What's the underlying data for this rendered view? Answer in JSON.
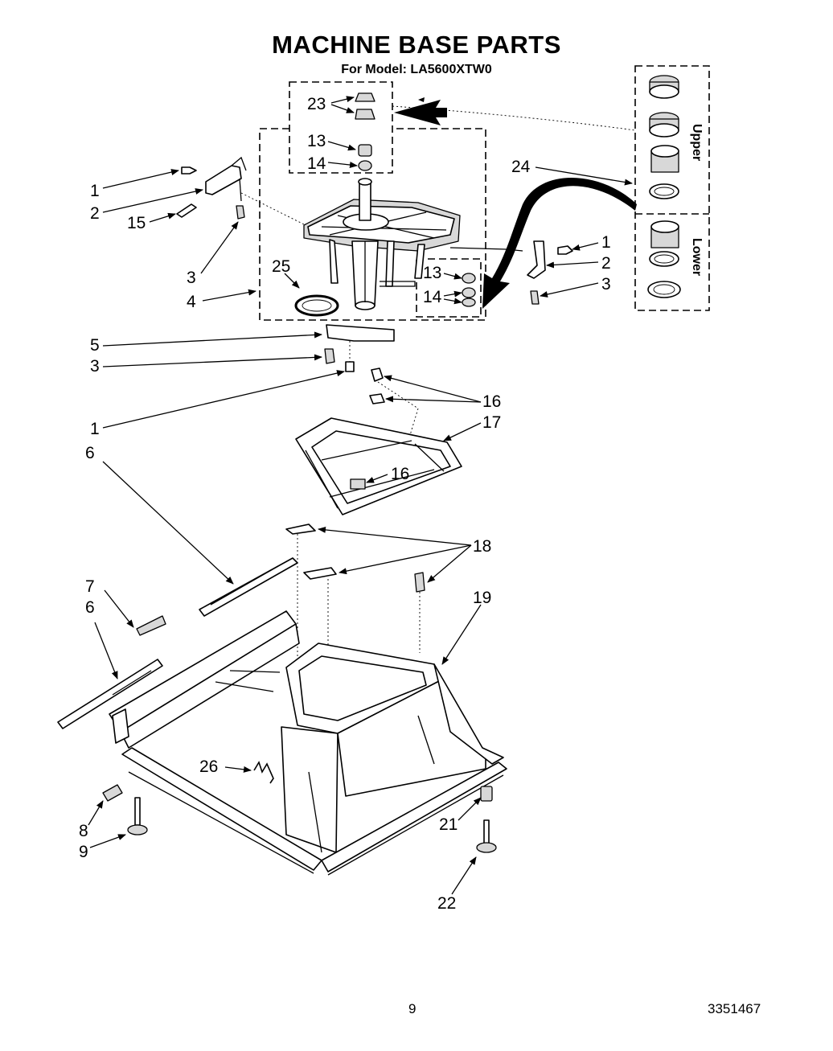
{
  "header": {
    "title": "MACHINE BASE PARTS",
    "subtitle": "For Model: LA5600XTW0"
  },
  "footer": {
    "page_number": "9",
    "document_number": "3351467"
  },
  "bearing_kit": {
    "upper_label": "Upper",
    "lower_label": "Lower"
  },
  "callouts": [
    "1",
    "2",
    "15",
    "3",
    "4",
    "25",
    "23",
    "13",
    "14",
    "24",
    "1",
    "2",
    "3",
    "13",
    "14",
    "5",
    "3",
    "1",
    "6",
    "16",
    "17",
    "16",
    "18",
    "7",
    "6",
    "19",
    "26",
    "8",
    "9",
    "21",
    "22"
  ]
}
